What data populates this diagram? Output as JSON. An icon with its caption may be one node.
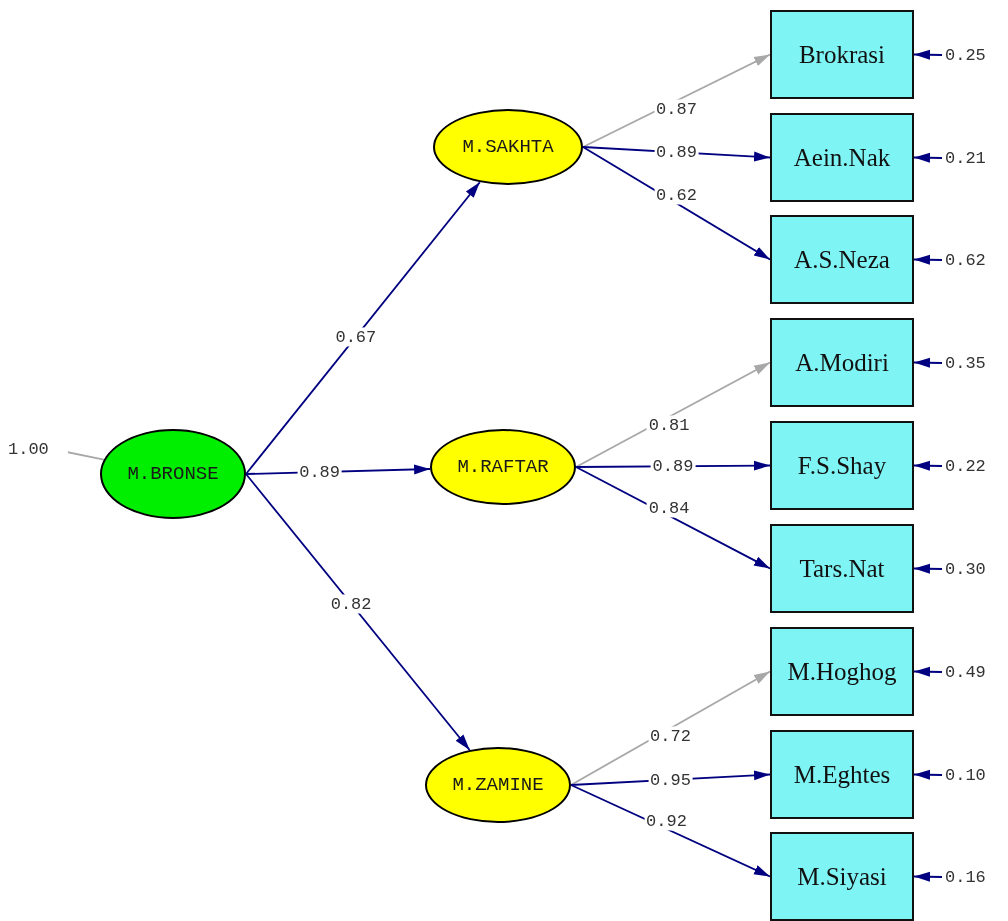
{
  "diagram": {
    "nodes": [
      {
        "text": [
          "1.00"
        ]
      },
      {
        "text": [
          "M.BRONSE"
        ]
      },
      {
        "text": [
          "M.SAKHTA"
        ]
      },
      {
        "text": [
          "M.RAFTAR"
        ]
      },
      {
        "text": [
          "M.ZAMINE"
        ]
      },
      {
        "text": [
          "Brokrasi"
        ]
      },
      {
        "text": [
          "Aein.Nak"
        ]
      },
      {
        "text": [
          "A.S.Neza"
        ]
      },
      {
        "text": [
          "A.Modiri"
        ]
      },
      {
        "text": [
          "F.S.Shay"
        ]
      },
      {
        "text": [
          "Tars.Nat"
        ]
      },
      {
        "text": [
          "M.Hoghog"
        ]
      },
      {
        "text": [
          "M.Eghtes"
        ]
      },
      {
        "text": [
          "M.Siyasi"
        ]
      },
      {
        "text": [
          "0.25"
        ]
      },
      {
        "text": [
          "0.21"
        ]
      },
      {
        "text": [
          "0.62"
        ]
      },
      {
        "text": [
          "0.35"
        ]
      },
      {
        "text": [
          "0.22"
        ]
      },
      {
        "text": [
          "0.30"
        ]
      },
      {
        "text": [
          "0.49"
        ]
      },
      {
        "text": [
          "0.10"
        ]
      },
      {
        "text": [
          "0.16"
        ]
      }
    ],
    "edges": [
      {
        "from": 0,
        "to": 1,
        "arrow": "none",
        "color": "#a8a8a8"
      },
      {
        "from": 1,
        "to": 2,
        "label": "0.67",
        "arrow": "to"
      },
      {
        "from": 1,
        "to": 3,
        "label": "0.89",
        "arrow": "to"
      },
      {
        "from": 1,
        "to": 4,
        "label": "0.82",
        "arrow": "to"
      },
      {
        "from": 2,
        "to": 5,
        "label": "0.87",
        "arrow": "to",
        "color": "#a8a8a8"
      },
      {
        "from": 2,
        "to": 6,
        "label": "0.89",
        "arrow": "to"
      },
      {
        "from": 2,
        "to": 7,
        "label": "0.62",
        "arrow": "to"
      },
      {
        "from": 3,
        "to": 8,
        "label": "0.81",
        "arrow": "to",
        "color": "#a8a8a8"
      },
      {
        "from": 3,
        "to": 9,
        "label": "0.89",
        "arrow": "to"
      },
      {
        "from": 3,
        "to": 10,
        "label": "0.84",
        "arrow": "to"
      },
      {
        "from": 4,
        "to": 11,
        "label": "0.72",
        "arrow": "to",
        "color": "#a8a8a8"
      },
      {
        "from": 4,
        "to": 12,
        "label": "0.95",
        "arrow": "to"
      },
      {
        "from": 4,
        "to": 13,
        "label": "0.92",
        "arrow": "to"
      },
      {
        "from": 14,
        "to": 5,
        "arrow": "to"
      },
      {
        "from": 15,
        "to": 6,
        "arrow": "to"
      },
      {
        "from": 16,
        "to": 7,
        "arrow": "to"
      },
      {
        "from": 17,
        "to": 8,
        "arrow": "to"
      },
      {
        "from": 18,
        "to": 9,
        "arrow": "to"
      },
      {
        "from": 19,
        "to": 10,
        "arrow": "to"
      },
      {
        "from": 20,
        "to": 11,
        "arrow": "to"
      },
      {
        "from": 21,
        "to": 12,
        "arrow": "to"
      },
      {
        "from": 22,
        "to": 13,
        "arrow": "to"
      }
    ]
  }
}
